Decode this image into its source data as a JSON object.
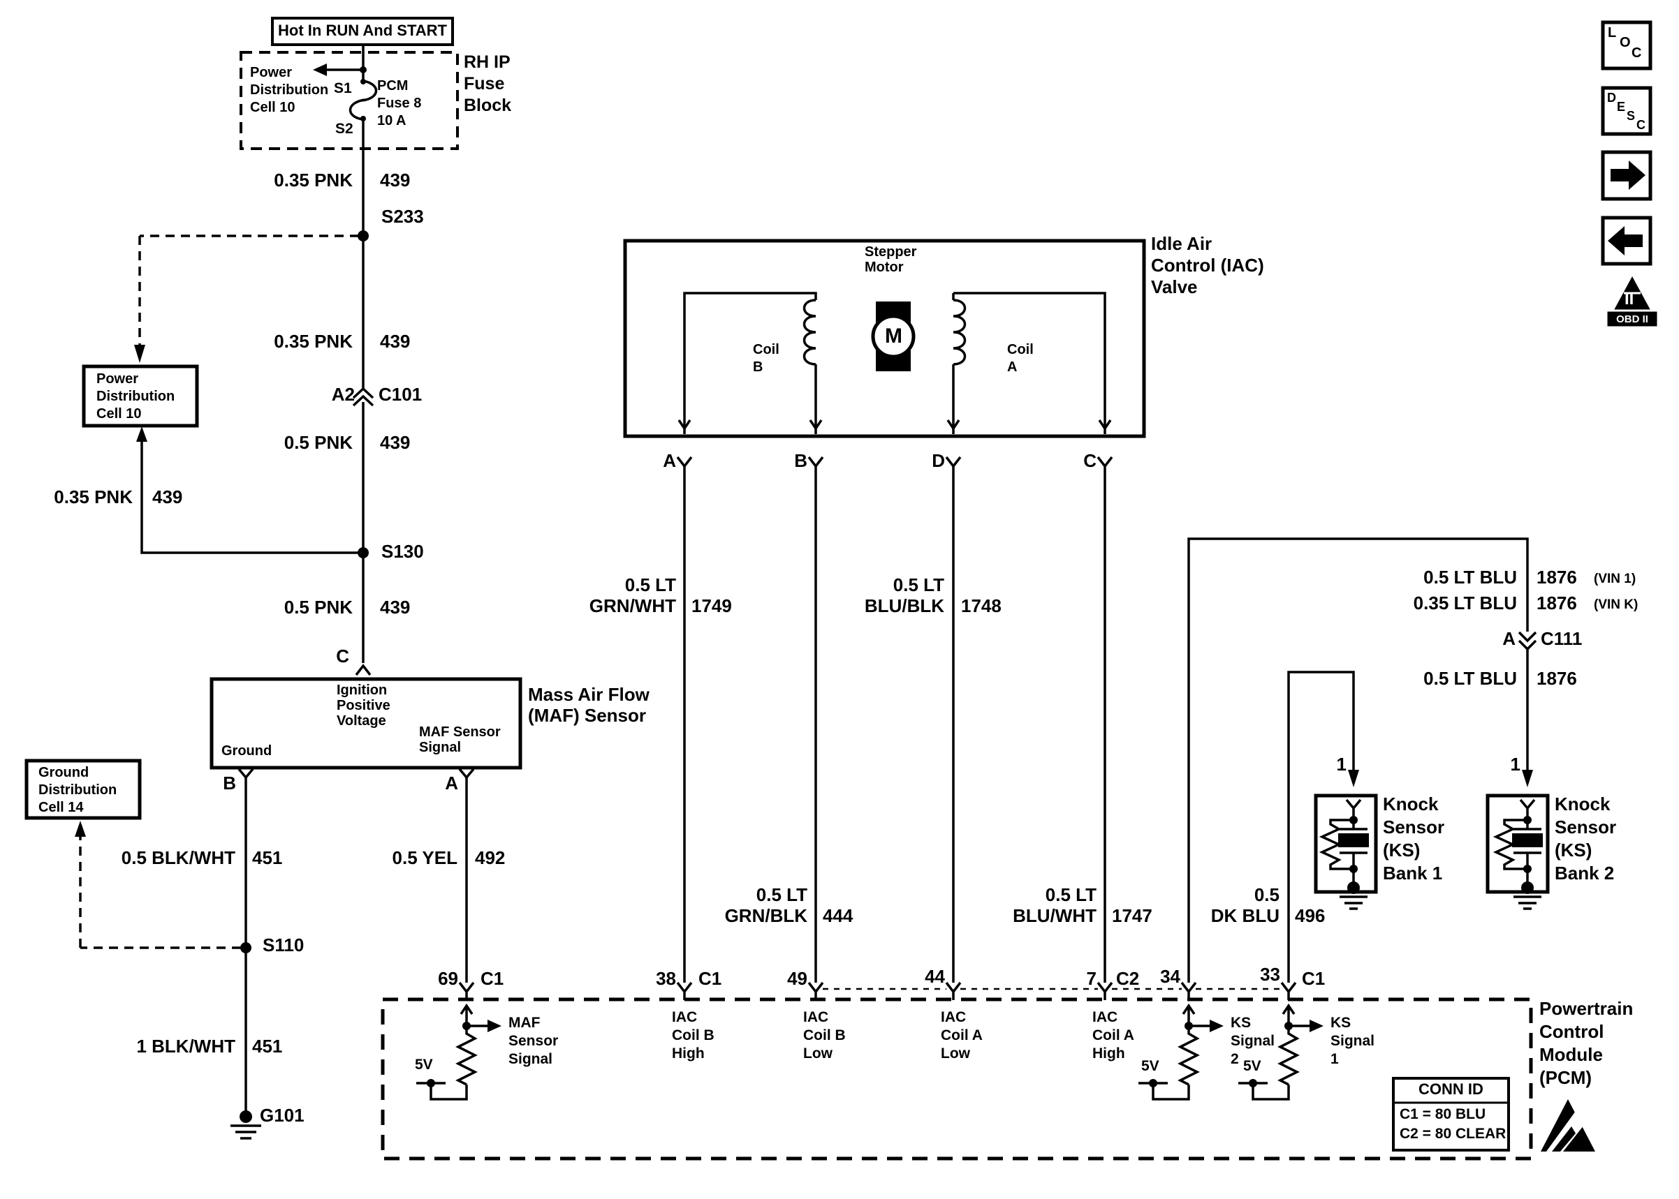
{
  "hot": {
    "label": "Hot In RUN And START"
  },
  "fb": {
    "l1": "RH IP",
    "l2": "Fuse",
    "l3": "Block",
    "c1": "Power",
    "c2": "Distribution",
    "c3": "Cell 10",
    "s1": "S1",
    "s2": "S2",
    "f1": "PCM",
    "f2": "Fuse 8",
    "f3": "10 A"
  },
  "pd": {
    "l1": "Power",
    "l2": "Distribution",
    "l3": "Cell 10"
  },
  "gd": {
    "l1": "Ground",
    "l2": "Distribution",
    "l3": "Cell 14"
  },
  "splices": {
    "s233": "S233",
    "s130": "S130",
    "s110": "S110"
  },
  "gnd": {
    "g101": "G101"
  },
  "conn": {
    "c101_pin": "A2",
    "c101": "C101",
    "c111_pin": "A",
    "c111": "C111"
  },
  "wires": {
    "pnk035": "0.35 PNK",
    "pnk05": "0.5 PNK",
    "n439": "439",
    "blkwht05": "0.5 BLK/WHT",
    "blkwht1": "1 BLK/WHT",
    "n451": "451",
    "yel": "0.5 YEL",
    "n492": "492",
    "lt05": "0.5 LT",
    "grnwht": "GRN/WHT",
    "n1749": "1749",
    "blublk": "BLU/BLK",
    "n1748": "1748",
    "grnblk": "GRN/BLK",
    "n444": "444",
    "bluwht": "BLU/WHT",
    "n1747": "1747",
    "dk05": "0.5",
    "dkblu": "DK BLU",
    "n496": "496",
    "ltblu05": "0.5 LT BLU",
    "ltblu035": "0.35 LT BLU",
    "n1876": "1876",
    "vin1": "(VIN 1)",
    "vink": "(VIN K)"
  },
  "maf": {
    "pin_c": "C",
    "pin_b": "B",
    "pin_a": "A",
    "i1": "Ignition",
    "i2": "Positive",
    "i3": "Voltage",
    "ground": "Ground",
    "sig1": "MAF Sensor",
    "sig2": "Signal",
    "t1": "Mass Air Flow",
    "t2": "(MAF) Sensor"
  },
  "iac": {
    "t1": "Idle Air",
    "t2": "Control (IAC)",
    "t3": "Valve",
    "sm1": "Stepper",
    "sm2": "Motor",
    "m": "M",
    "coil": "Coil",
    "cb": "B",
    "ca": "A",
    "pa": "A",
    "pb": "B",
    "pd": "D",
    "pc": "C"
  },
  "ks": {
    "pin1": "1",
    "k1": "Knock",
    "k2": "Sensor",
    "k3": "(KS)",
    "b1": "Bank 1",
    "b2": "Bank 2"
  },
  "pcm": {
    "t1": "Powertrain",
    "t2": "Control",
    "t3": "Module",
    "t4": "(PCM)",
    "p69": "69",
    "p38": "38",
    "p49": "49",
    "p44": "44",
    "p7": "7",
    "p34": "34",
    "p33": "33",
    "c1": "C1",
    "c2": "C2",
    "maf1": "MAF",
    "maf2": "Sensor",
    "maf3": "Signal",
    "iac": "IAC",
    "coilb": "Coil B",
    "coila": "Coil A",
    "high": "High",
    "low": "Low",
    "ks": "KS",
    "sig": "Signal",
    "one": "1",
    "two": "2",
    "v5": "5V",
    "conn_hdr": "CONN ID",
    "conn1": "C1 = 80 BLU",
    "conn2": "C2 = 80 CLEAR"
  },
  "icons": {
    "L": "L",
    "O": "O",
    "C": "C",
    "D": "D",
    "E": "E",
    "S": "S",
    "C2": "C",
    "ii": "II",
    "obd": "OBD II"
  },
  "colors": {
    "line": "#000000",
    "background": "#ffffff"
  }
}
